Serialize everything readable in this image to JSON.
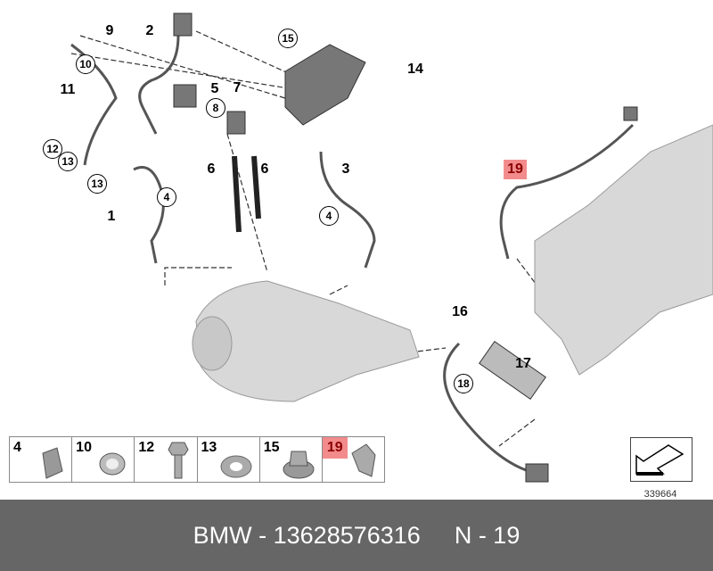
{
  "callouts": {
    "c9": "9",
    "c2": "2",
    "c15": "15",
    "c14": "14",
    "c10": "10",
    "c5": "5",
    "c7": "7",
    "c8": "8",
    "c11": "11",
    "c12": "12",
    "c13a": "13",
    "c13b": "13",
    "c4a": "4",
    "c1": "1",
    "c6a": "6",
    "c6b": "6",
    "c3": "3",
    "c4b": "4",
    "c19": "19",
    "c16": "16",
    "c17": "17",
    "c18": "18"
  },
  "parts_strip": [
    "4",
    "10",
    "12",
    "13",
    "15",
    "19"
  ],
  "highlight_color": "#f28b8b",
  "reference_number": "339664",
  "footer": {
    "brand_part": "BMW - 13628576316",
    "position": "N - 19"
  }
}
